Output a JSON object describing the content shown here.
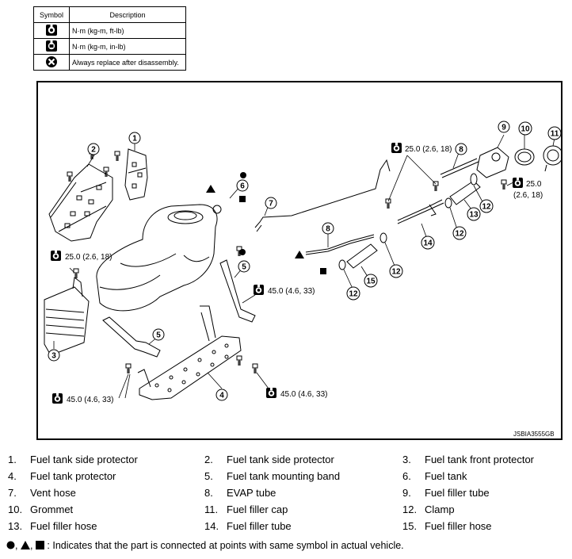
{
  "legend": {
    "header_symbol": "Symbol",
    "header_description": "Description",
    "rows": [
      {
        "icon": "torque-icon",
        "text": "N·m (kg-m, ft-lb)"
      },
      {
        "icon": "torque-small-icon",
        "text": "N·m (kg-m, in-lb)"
      },
      {
        "icon": "replace-icon",
        "text": "Always replace after disassembly."
      }
    ]
  },
  "diagram": {
    "code": "JSBIA3555GB",
    "torque_callouts": {
      "upper_center": "25.0 (2.6, 18)",
      "upper_right_1": "25.0",
      "upper_right_2": "(2.6, 18)",
      "left": "25.0 (2.6, 18)",
      "middle": "45.0 (4.6, 33)",
      "bottom_left": "45.0 (4.6, 33)",
      "bottom_right": "45.0 (4.6, 33)"
    },
    "callout_numbers": {
      "n1": "1",
      "n2": "2",
      "n3": "3",
      "n4": "4",
      "n5a": "5",
      "n5b": "5",
      "n6": "6",
      "n7": "7",
      "n8a": "8",
      "n8b": "8",
      "n9": "9",
      "n10": "10",
      "n11": "11",
      "n12a": "12",
      "n12b": "12",
      "n12c": "12",
      "n12d": "12",
      "n13": "13",
      "n14": "14",
      "n15": "15"
    }
  },
  "parts": [
    {
      "num": "1.",
      "name": "Fuel tank side protector"
    },
    {
      "num": "2.",
      "name": "Fuel tank side protector"
    },
    {
      "num": "3.",
      "name": "Fuel tank front protector"
    },
    {
      "num": "4.",
      "name": "Fuel tank protector"
    },
    {
      "num": "5.",
      "name": "Fuel tank mounting band"
    },
    {
      "num": "6.",
      "name": "Fuel tank"
    },
    {
      "num": "7.",
      "name": "Vent hose"
    },
    {
      "num": "8.",
      "name": "EVAP tube"
    },
    {
      "num": "9.",
      "name": "Fuel filler tube"
    },
    {
      "num": "10.",
      "name": "Grommet"
    },
    {
      "num": "11.",
      "name": "Fuel filler cap"
    },
    {
      "num": "12.",
      "name": "Clamp"
    },
    {
      "num": "13.",
      "name": "Fuel filler hose"
    },
    {
      "num": "14.",
      "name": "Fuel filler tube"
    },
    {
      "num": "15.",
      "name": "Fuel filler hose"
    }
  ],
  "footnote": {
    "separator": ",",
    "text": ": Indicates that the part is connected at points with same symbol in actual vehicle."
  }
}
